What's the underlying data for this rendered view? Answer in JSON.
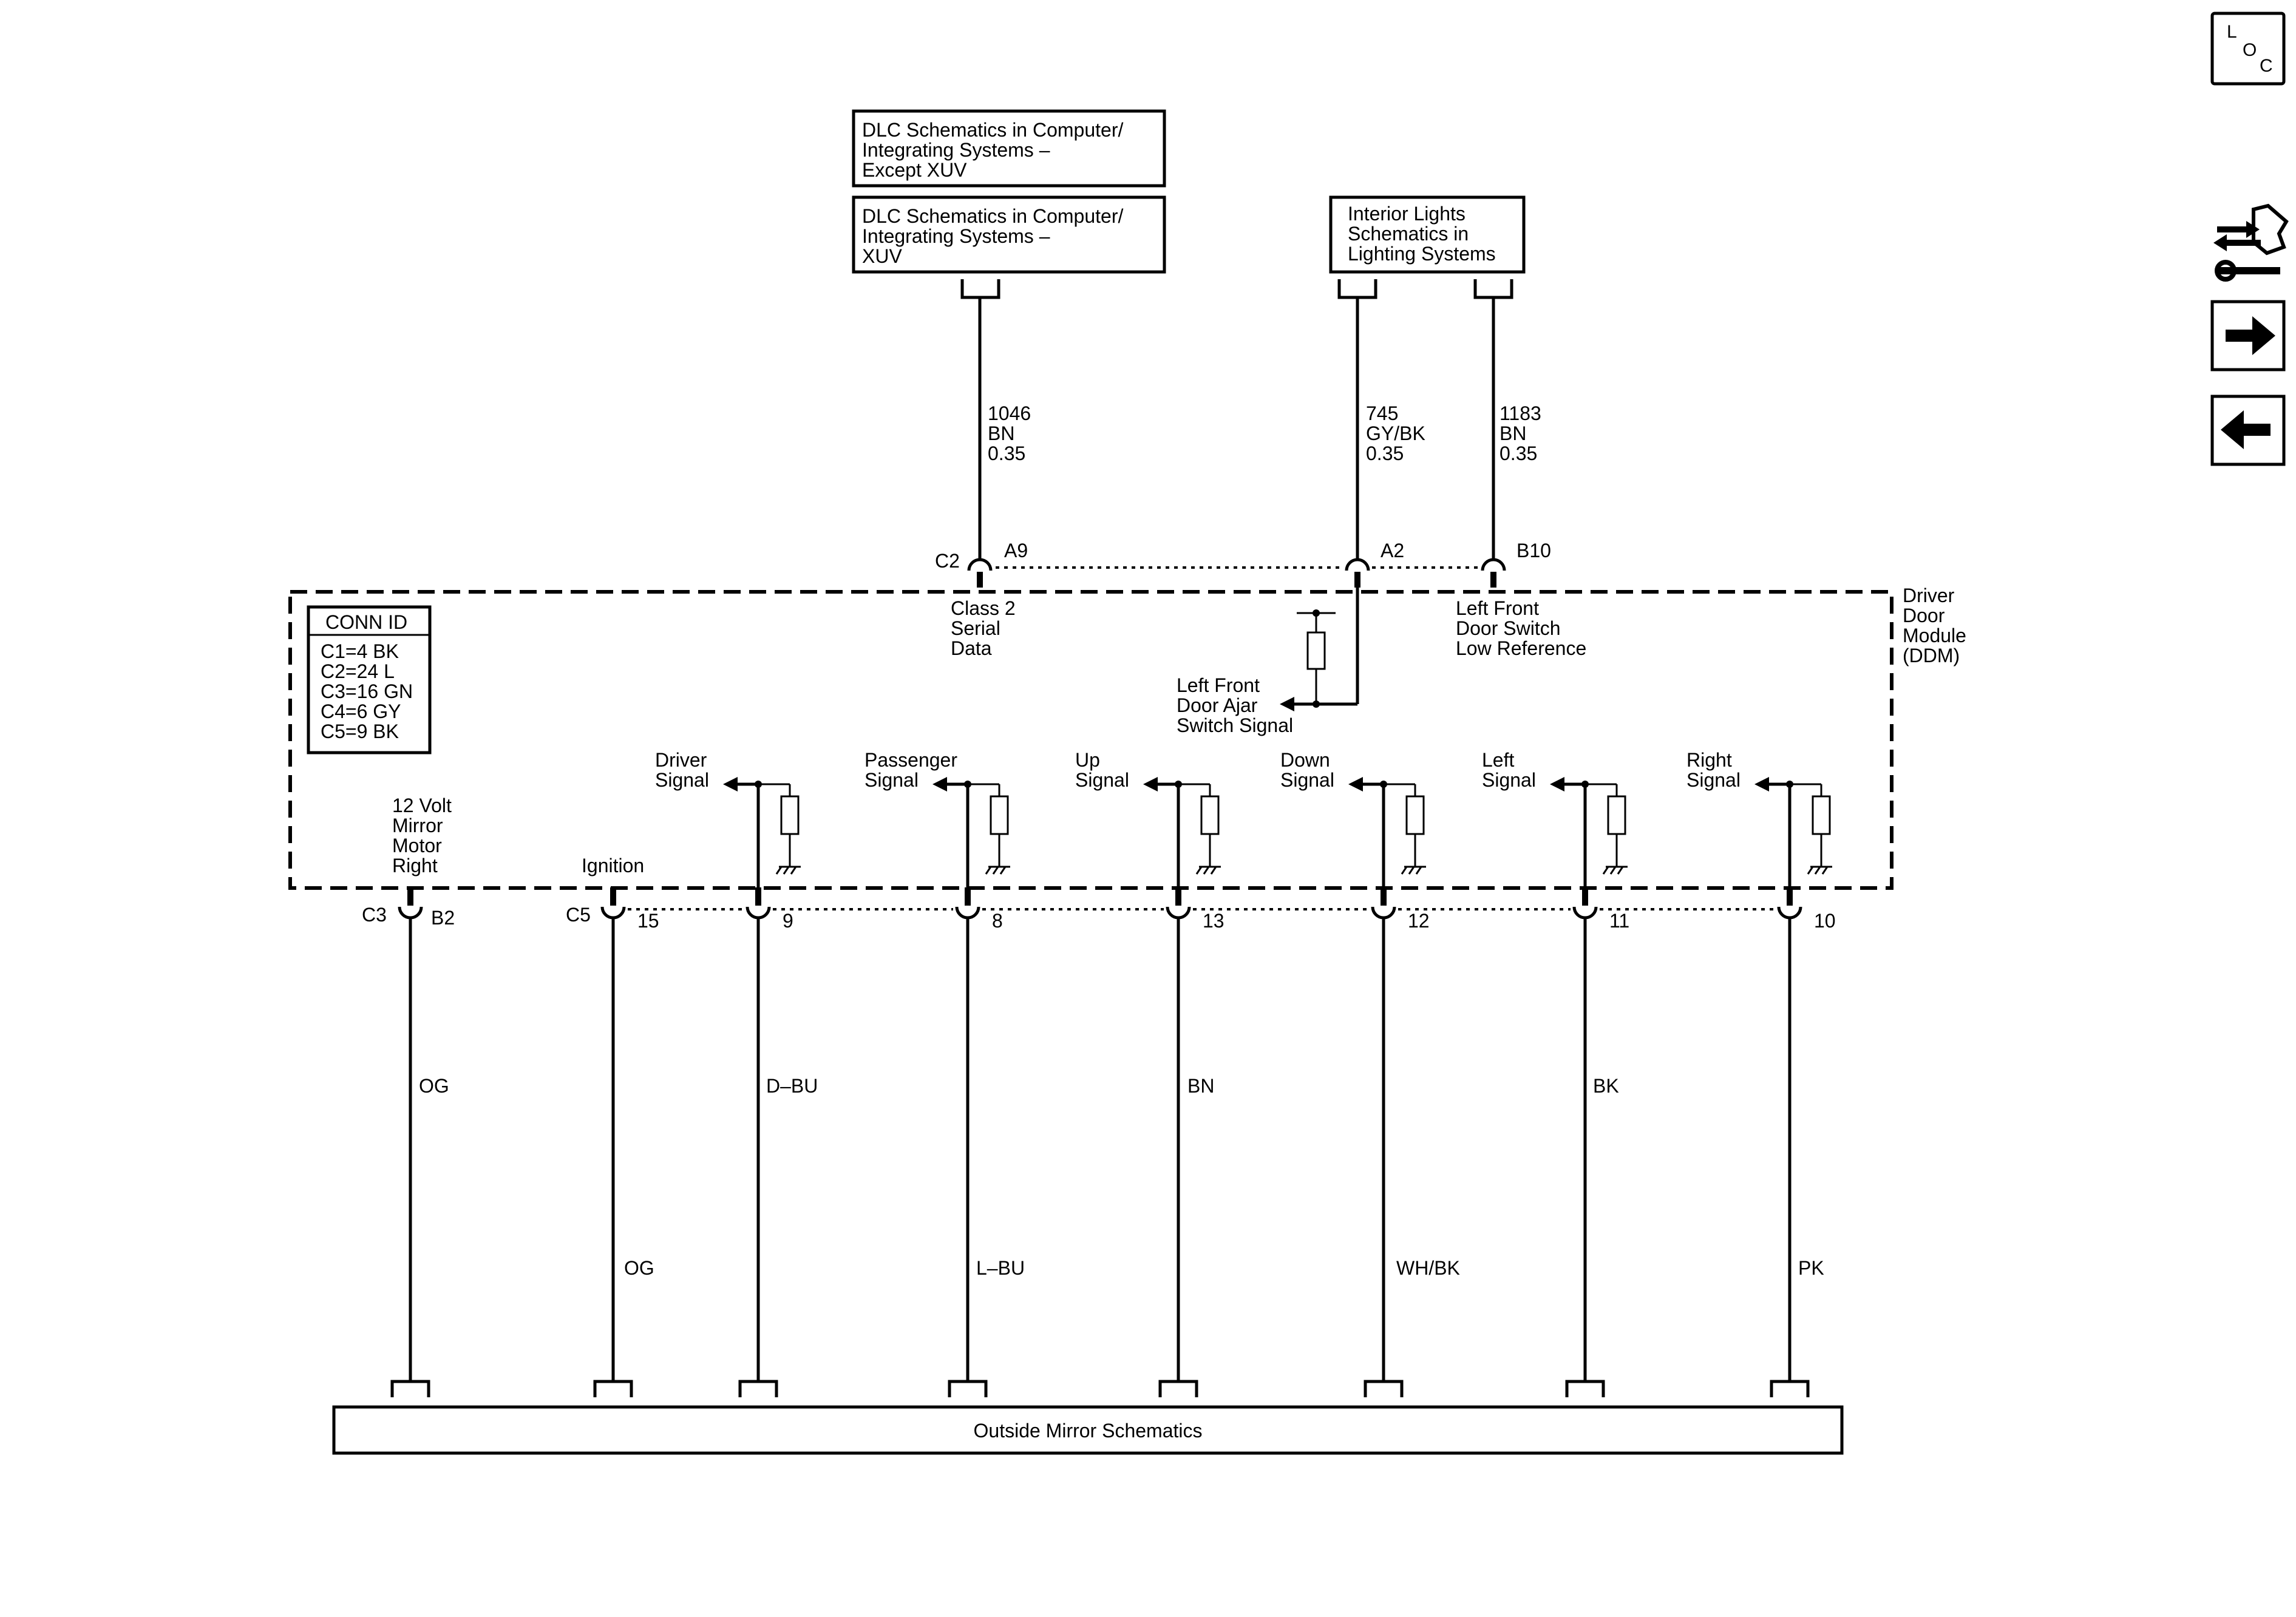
{
  "refs": {
    "dlc_except_xuv": [
      "DLC Schematics in Computer/",
      "Integrating Systems –",
      "Except XUV"
    ],
    "dlc_xuv": [
      "DLC Schematics in Computer/",
      "Integrating Systems –",
      "XUV"
    ],
    "interior_lights": [
      "Interior Lights",
      "Schematics in",
      "Lighting Systems"
    ],
    "outside_mirror": "Outside Mirror Schematics"
  },
  "module": {
    "name_lines": [
      "Driver",
      "Door",
      "Module",
      "(DDM)"
    ],
    "conn_id_title": "CONN ID",
    "conn_ids": [
      "C1=4 BK",
      "C2=24 L",
      "C3=16 GN",
      "C4=6 GY",
      "C5=9 BK"
    ]
  },
  "top_circuits": [
    {
      "circuit": "1046",
      "color": "BN",
      "gauge": "0.35",
      "connector": "C2",
      "pin": "A9",
      "signal": [
        "Class 2",
        "Serial",
        "Data"
      ]
    },
    {
      "circuit": "745",
      "color": "GY/BK",
      "gauge": "0.35",
      "connector": "",
      "pin": "A2",
      "signal": [
        "Left Front",
        "Door Ajar",
        "Switch Signal"
      ]
    },
    {
      "circuit": "1183",
      "color": "BN",
      "gauge": "0.35",
      "connector": "",
      "pin": "B10",
      "signal": [
        "Left Front",
        "Door Switch",
        "Low Reference"
      ]
    }
  ],
  "bottom_circuits": [
    {
      "connector": "C3",
      "pin": "B2",
      "wire_color": "OG",
      "signal": [
        "12 Volt",
        "Mirror",
        "Motor",
        "Right"
      ]
    },
    {
      "connector": "C5",
      "pin": "15",
      "wire_color": "OG",
      "signal": [
        "Ignition"
      ]
    },
    {
      "connector": "",
      "pin": "9",
      "wire_color": "D–BU",
      "signal": [
        "Driver",
        "Signal"
      ]
    },
    {
      "connector": "",
      "pin": "8",
      "wire_color": "L–BU",
      "signal": [
        "Passenger",
        "Signal"
      ]
    },
    {
      "connector": "",
      "pin": "13",
      "wire_color": "BN",
      "signal": [
        "Up",
        "Signal"
      ]
    },
    {
      "connector": "",
      "pin": "12",
      "wire_color": "WH/BK",
      "signal": [
        "Down",
        "Signal"
      ]
    },
    {
      "connector": "",
      "pin": "11",
      "wire_color": "BK",
      "signal": [
        "Left",
        "Signal"
      ]
    },
    {
      "connector": "",
      "pin": "10",
      "wire_color": "PK",
      "signal": [
        "Right",
        "Signal"
      ]
    }
  ],
  "nav": {
    "loc_letters": [
      "L",
      "O",
      "C"
    ],
    "icons": [
      "component-locator-icon",
      "wrench-harness-icon",
      "forward-arrow-icon",
      "back-arrow-icon"
    ]
  }
}
